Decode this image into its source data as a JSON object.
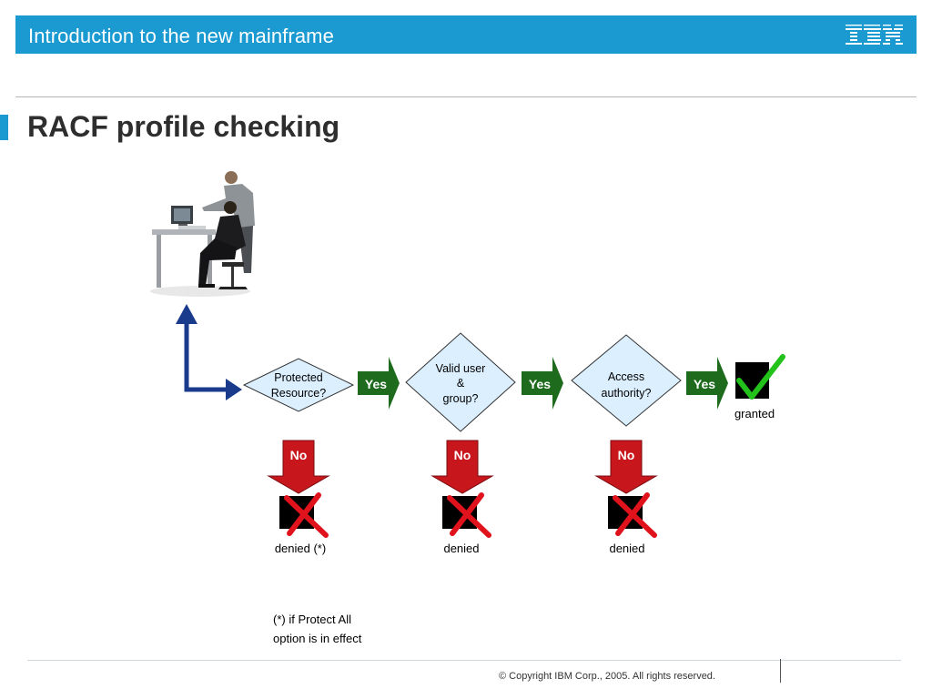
{
  "header": {
    "title": "Introduction to the new mainframe",
    "logo_text": "IBM"
  },
  "slide": {
    "title": "RACF profile checking"
  },
  "diagram": {
    "decisions": [
      {
        "line1": "Protected",
        "line2": "Resource?",
        "line3": ""
      },
      {
        "line1": "Valid user",
        "line2": "&",
        "line3": "group?"
      },
      {
        "line1": "Access",
        "line2": "authority?",
        "line3": ""
      }
    ],
    "yes_label": "Yes",
    "no_label": "No",
    "granted_label": "granted",
    "denied_labels": [
      "denied (*)",
      "denied",
      "denied"
    ]
  },
  "footnote": {
    "line1": "(*) if Protect All",
    "line2": "option is in effect"
  },
  "footer": {
    "copyright": "© Copyright IBM Corp., 2005. All rights reserved."
  },
  "colors": {
    "banner": "#1b9ad1",
    "yes_arrow": "#1e6b1e",
    "no_arrow": "#c8161d",
    "diamond_fill": "#dcefff",
    "flow_arrow": "#1a3a8c",
    "check": "#22c21b"
  }
}
